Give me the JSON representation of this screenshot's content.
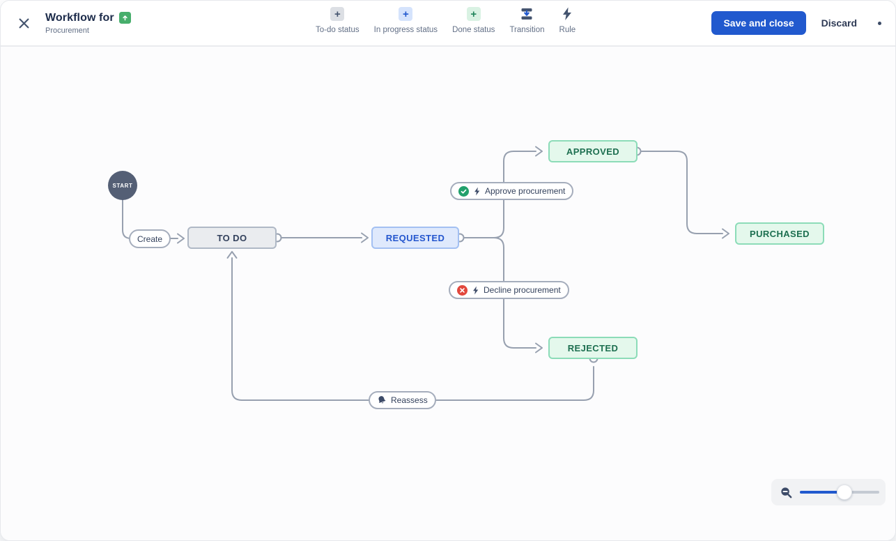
{
  "window": {
    "title": "Workflow for",
    "subtitle": "Procurement"
  },
  "toolbar": {
    "tools": [
      {
        "label": "To-do status",
        "icon": "plus-gray"
      },
      {
        "label": "In progress status",
        "icon": "plus-blue"
      },
      {
        "label": "Done status",
        "icon": "plus-green"
      },
      {
        "label": "Transition",
        "icon": "transition-icon"
      },
      {
        "label": "Rule",
        "icon": "lightning-icon"
      }
    ],
    "save_label": "Save and close",
    "discard_label": "Discard"
  },
  "workflow": {
    "start_label": "START",
    "statuses": [
      {
        "label": "TO DO",
        "category": "todo"
      },
      {
        "label": "REQUESTED",
        "category": "in-progress"
      },
      {
        "label": "APPROVED",
        "category": "done"
      },
      {
        "label": "PURCHASED",
        "category": "done"
      },
      {
        "label": "REJECTED",
        "category": "done"
      }
    ],
    "transitions": [
      {
        "label": "Create",
        "icons": []
      },
      {
        "label": "Approve procurement",
        "icons": [
          "check-circle",
          "lightning"
        ]
      },
      {
        "label": "Decline procurement",
        "icons": [
          "cross-circle",
          "lightning"
        ]
      },
      {
        "label": "Reassess",
        "icons": [
          "bell"
        ]
      }
    ]
  },
  "colors": {
    "primary_blue": "#2159ce",
    "connector_gray": "#97a0af",
    "status_todo_bg": "#eaecef",
    "status_inprogress_bg": "#dfe9fc",
    "status_inprogress_text": "#2456ce",
    "status_done_bg": "#e4f8ec",
    "status_done_text": "#1d6f50",
    "check_green": "#22a06b",
    "decline_red": "#e2483d",
    "start_node": "#545f75",
    "issue_icon_green": "#47ae6c"
  }
}
